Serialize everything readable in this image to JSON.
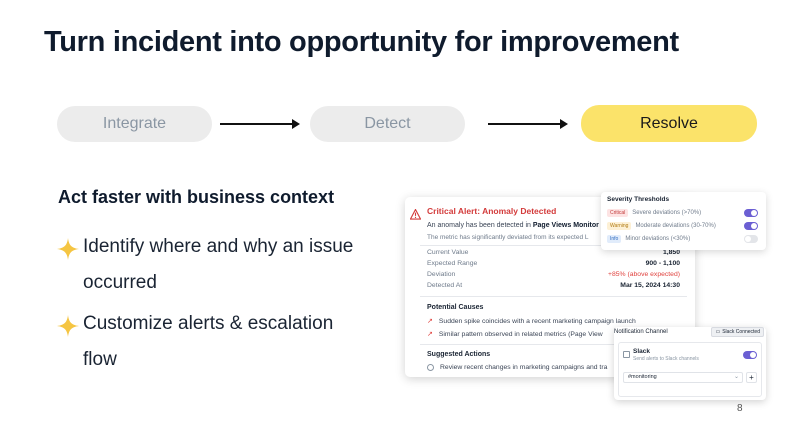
{
  "title": "Turn incident into opportunity for improvement",
  "steps": [
    {
      "label": "Integrate",
      "state": "inactive"
    },
    {
      "label": "Detect",
      "state": "inactive"
    },
    {
      "label": "Resolve",
      "state": "active"
    }
  ],
  "subheading": "Act faster with business context",
  "bullets": [
    {
      "line1": "Identify where and why an issue",
      "line2": "occurred"
    },
    {
      "line1": "Customize alerts & escalation",
      "line2": "flow"
    }
  ],
  "page_number": "8",
  "alert": {
    "title": "Critical Alert: Anomaly Detected",
    "line1_prefix": "An anomaly has been detected in",
    "line1_metric": "Page Views Monitor",
    "line2": "The metric has significantly deviated from its expected L",
    "rows": [
      {
        "label": "Current Value",
        "value": "1,850"
      },
      {
        "label": "Expected Range",
        "value": "900 - 1,100"
      },
      {
        "label": "Deviation",
        "value": "+85% (above expected)"
      },
      {
        "label": "Detected At",
        "value": "Mar 15, 2024 14:30"
      }
    ],
    "causes_title": "Potential Causes",
    "causes": [
      "Sudden spike coincides with a recent marketing campaign launch",
      "Similar pattern observed in related metrics (Page View"
    ],
    "actions_title": "Suggested Actions",
    "actions": [
      "Review recent changes in marketing campaigns and tra"
    ]
  },
  "severity": {
    "title": "Severity Thresholds",
    "rows": [
      {
        "tag": "Critical",
        "desc": "Severe deviations (>70%)",
        "enabled": true
      },
      {
        "tag": "Warning",
        "desc": "Moderate deviations (30-70%)",
        "enabled": true
      },
      {
        "tag": "Info",
        "desc": "Minor deviations (<30%)",
        "enabled": false
      }
    ]
  },
  "notification": {
    "title": "Notification Channel",
    "badge": "Slack Connected",
    "channel_name": "Slack",
    "channel_sub": "Send alerts to Slack channels",
    "channel_value": "#monitoring",
    "add_label": "+"
  },
  "colors": {
    "accent_yellow": "#fbe36a",
    "critical_red": "#d33a3a",
    "toggle_purple": "#6b5fd3",
    "spark_yellow": "#f5c542"
  }
}
